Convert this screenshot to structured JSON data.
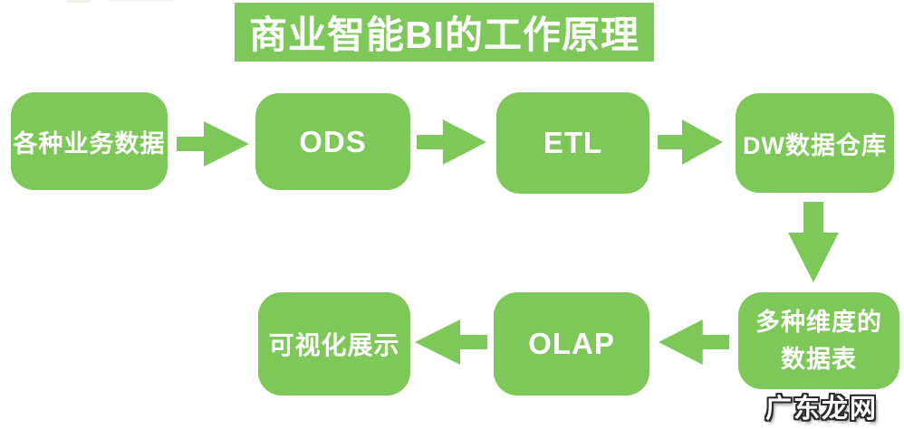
{
  "title": {
    "text": "商业智能BI的工作原理"
  },
  "colors": {
    "accent_green": "#7ec759",
    "text_white": "#ffffff",
    "background": "#ffffff",
    "watermark_outline": "#2b2b2b"
  },
  "nodes": [
    {
      "id": "source-data",
      "label": "各种业务数据"
    },
    {
      "id": "ods",
      "label": "ODS"
    },
    {
      "id": "etl",
      "label": "ETL"
    },
    {
      "id": "dw",
      "label": "DW数据仓库"
    },
    {
      "id": "dim-tables",
      "label": "多种维度的数据表"
    },
    {
      "id": "olap",
      "label": "OLAP"
    },
    {
      "id": "visualization",
      "label": "可视化展示"
    }
  ],
  "arrows": [
    {
      "from": "各种业务数据",
      "to": "ODS",
      "direction": "right"
    },
    {
      "from": "ODS",
      "to": "ETL",
      "direction": "right"
    },
    {
      "from": "ETL",
      "to": "DW数据仓库",
      "direction": "right"
    },
    {
      "from": "DW数据仓库",
      "to": "多种维度的数据表",
      "direction": "down"
    },
    {
      "from": "多种维度的数据表",
      "to": "OLAP",
      "direction": "left"
    },
    {
      "from": "OLAP",
      "to": "可视化展示",
      "direction": "left"
    }
  ],
  "watermark": {
    "text": "广东龙网"
  }
}
